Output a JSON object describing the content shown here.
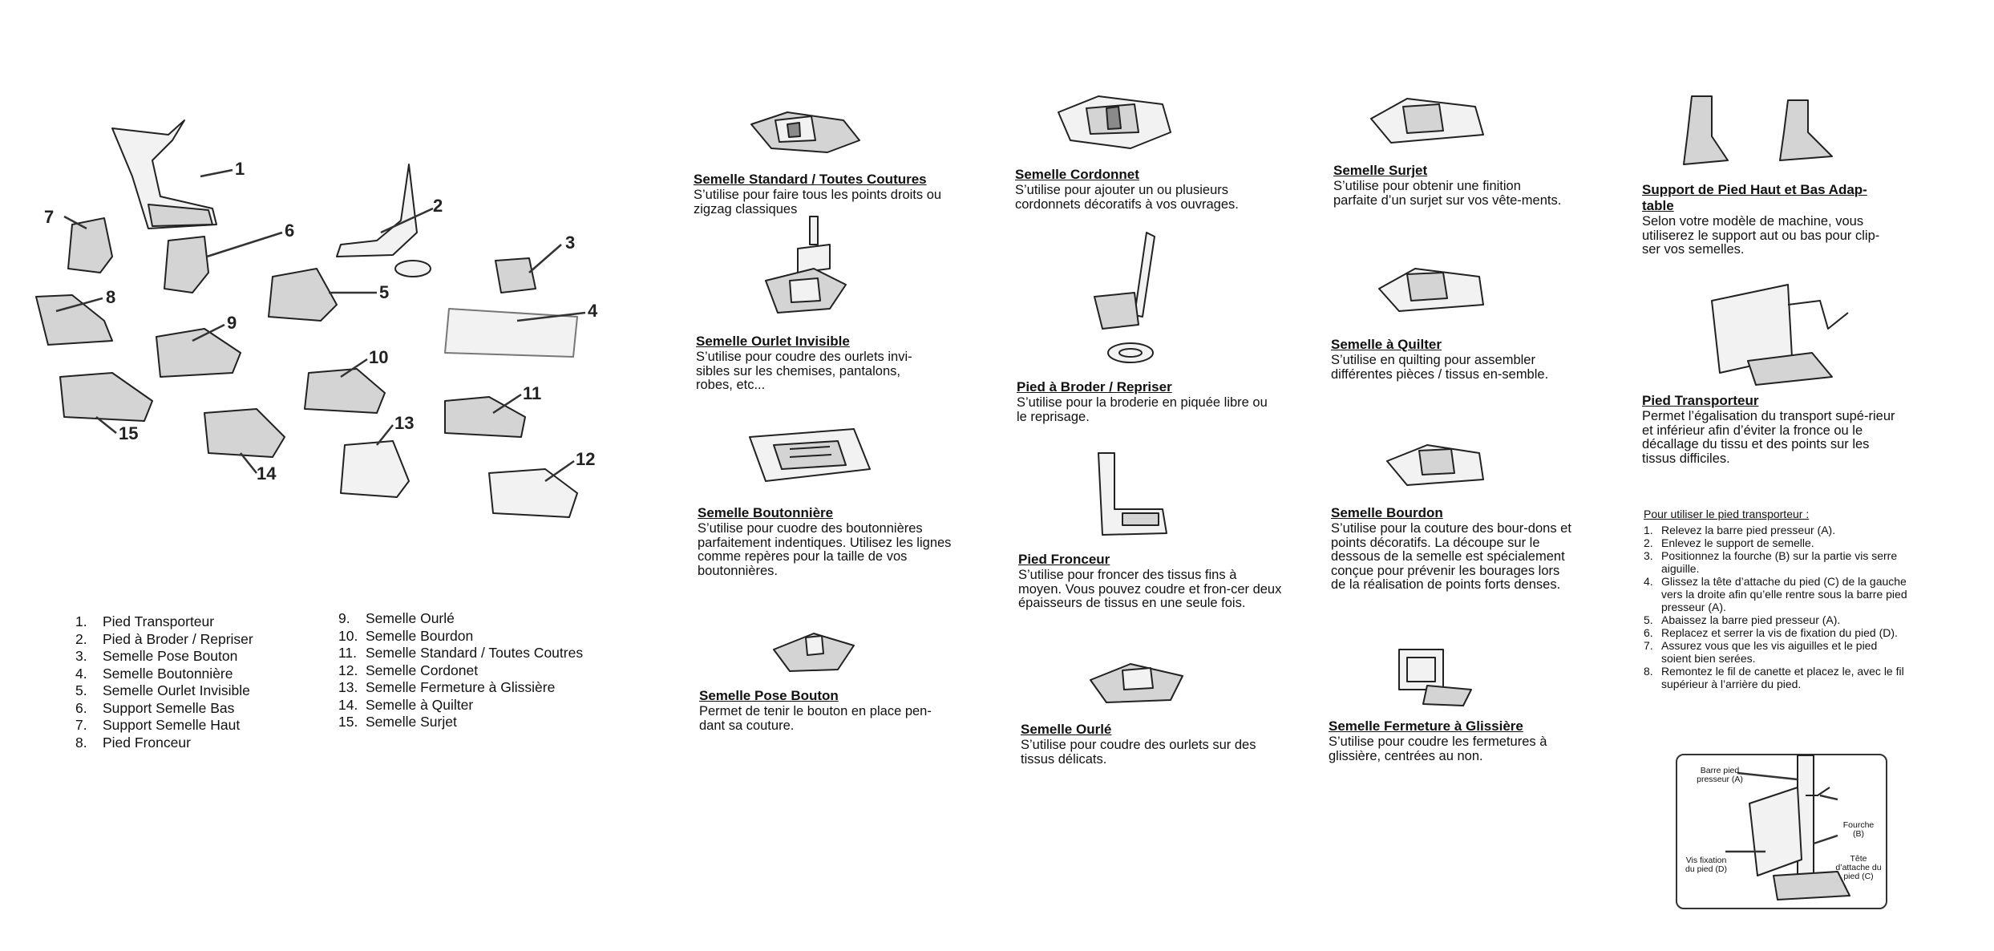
{
  "legend": [
    {
      "n": "1.",
      "label": "Pied Transporteur"
    },
    {
      "n": "2.",
      "label": "Pied à Broder / Repriser"
    },
    {
      "n": "3.",
      "label": "Semelle Pose Bouton"
    },
    {
      "n": "4.",
      "label": "Semelle Boutonnière"
    },
    {
      "n": "5.",
      "label": "Semelle Ourlet Invisible"
    },
    {
      "n": "6.",
      "label": "Support Semelle Bas"
    },
    {
      "n": "7.",
      "label": "Support Semelle Haut"
    },
    {
      "n": "8.",
      "label": "Pied Fronceur"
    },
    {
      "n": "9.",
      "label": "Semelle Ourlé"
    },
    {
      "n": "10.",
      "label": "Semelle Bourdon"
    },
    {
      "n": "11.",
      "label": "Semelle Standard / Toutes Coutres"
    },
    {
      "n": "12.",
      "label": "Semelle Cordonet"
    },
    {
      "n": "13.",
      "label": "Semelle Fermeture à Glissière"
    },
    {
      "n": "14.",
      "label": "Semelle à Quilter"
    },
    {
      "n": "15.",
      "label": "Semelle Surjet"
    }
  ],
  "callouts": [
    "1",
    "2",
    "3",
    "4",
    "5",
    "6",
    "7",
    "8",
    "9",
    "10",
    "11",
    "12",
    "13",
    "14",
    "15"
  ],
  "feet": {
    "standard": {
      "title": "Semelle Standard / Toutes Coutures",
      "body": "S’utilise pour faire tous les points droits ou zigzag classiques"
    },
    "ourlet_invisible": {
      "title": "Semelle Ourlet Invisible",
      "body": "S’utilise pour coudre des ourlets invi-sibles sur les chemises, pantalons, robes, etc..."
    },
    "boutonniere": {
      "title": "Semelle Boutonnière",
      "body": "S’utilise pour cuodre des boutonnières parfaitement indentiques. Utilisez les lignes comme repères pour la taille de vos boutonnières."
    },
    "pose_bouton": {
      "title": "Semelle Pose Bouton",
      "body": "Permet de tenir le bouton en place pen-dant sa couture."
    },
    "cordonnet": {
      "title": "Semelle Cordonnet",
      "body": "S’utilise pour ajouter un ou plusieurs cordonnets décoratifs à vos ouvrages."
    },
    "broder": {
      "title": "Pied à Broder / Repriser",
      "body": "S’utilise pour la broderie en piquée libre ou le reprisage."
    },
    "fronceur": {
      "title": "Pied Fronceur",
      "body": "S’utilise pour froncer des tissus fins à moyen. Vous pouvez coudre et fron-cer deux épaisseurs de tissus en une seule fois."
    },
    "ourle": {
      "title": "Semelle Ourlé",
      "body": "S’utilise pour coudre des ourlets sur des tissus délicats."
    },
    "surjet": {
      "title": "Semelle Surjet",
      "body": "S’utilise pour obtenir une finition parfaite d’un surjet sur vos vête-ments."
    },
    "quilter": {
      "title": "Semelle à Quilter",
      "body": "S’utilise en quilting pour assembler différentes pièces / tissus en-semble."
    },
    "bourdon": {
      "title": "Semelle Bourdon",
      "body": "S’utilise pour la couture des bour-dons et points décoratifs. La découpe sur le dessous de la semelle est spécialement conçue pour prévenir les bourages lors de la réalisation de points forts denses."
    },
    "fermeture": {
      "title": "Semelle Fermeture à Glissière",
      "body": "S’utilise pour coudre les fermetures à glissière, centrées au non."
    },
    "support": {
      "title": "Support de Pied Haut et Bas Adap-table",
      "body": "Selon votre modèle de machine, vous utiliserez le support aut ou bas pour clip-ser vos semelles."
    },
    "transporteur": {
      "title": "Pied Transporteur",
      "body": "Permet l’égalisation du transport supé-rieur et inférieur afin d’éviter la fronce ou le décallage du tissu et des points sur les tissus difficiles."
    }
  },
  "instructions": {
    "header": "Pour utiliser le pied transporteur :",
    "steps": [
      {
        "n": "1.",
        "text": "Relevez la barre pied presseur (A)."
      },
      {
        "n": "2.",
        "text": "Enlevez le support de semelle."
      },
      {
        "n": "3.",
        "text": "Positionnez la fourche (B) sur la partie vis serre aiguille."
      },
      {
        "n": "4.",
        "text": "Glissez la tête d’attache du pied (C) de la gauche vers la droite afin qu’elle rentre sous la barre pied presseur (A)."
      },
      {
        "n": "5.",
        "text": "Abaissez la barre pied presseur (A)."
      },
      {
        "n": "6.",
        "text": "Replacez et serrer la vis de fixation du pied (D)."
      },
      {
        "n": "7.",
        "text": "Assurez vous que les vis aiguilles et le pied soient bien serées."
      },
      {
        "n": "8.",
        "text": "Remontez le fil de canette et placez le, avec le fil supérieur à l’arrière du pied."
      }
    ]
  },
  "diagram_labels": {
    "a": "Barre pied presseur (A)",
    "b": "Fourche (B)",
    "c": "Tête d’attache du pied (C)",
    "d": "Vis fixation du pied (D)"
  }
}
